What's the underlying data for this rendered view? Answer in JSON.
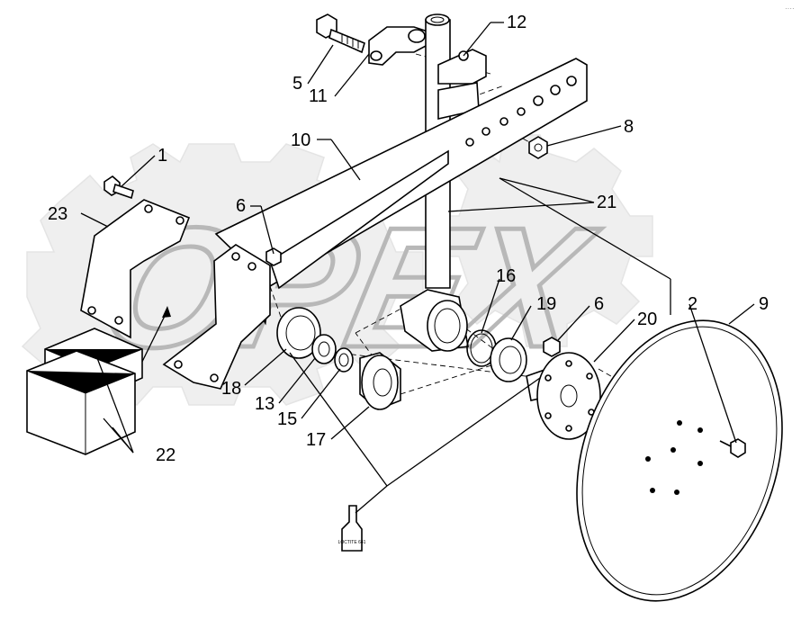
{
  "watermark": "OPEX",
  "corner_mark": "····",
  "bottle_label": "LOCTITE 641",
  "callouts": {
    "c1": "1",
    "c2": "2",
    "c5": "5",
    "c6a": "6",
    "c6b": "6",
    "c8": "8",
    "c9": "9",
    "c10": "10",
    "c11": "11",
    "c12": "12",
    "c13": "13",
    "c15": "15",
    "c16": "16",
    "c17": "17",
    "c18": "18",
    "c19": "19",
    "c20": "20",
    "c21": "21",
    "c22": "22",
    "c23": "23"
  }
}
